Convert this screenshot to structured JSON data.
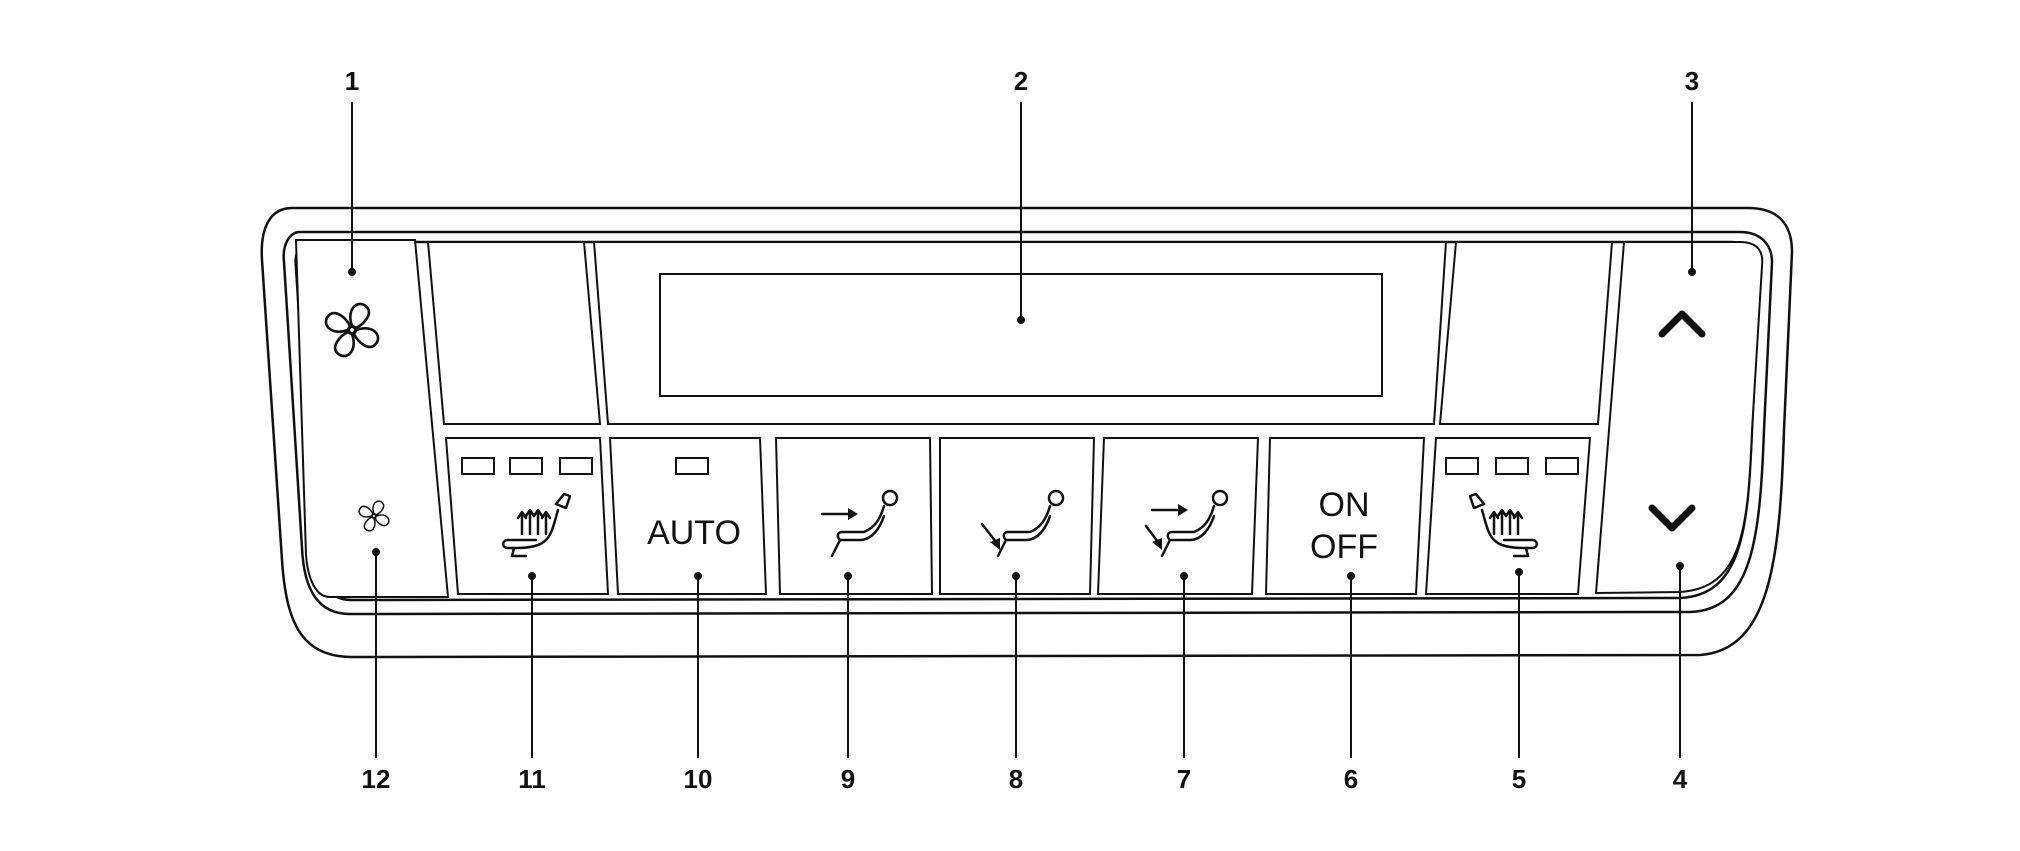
{
  "buttons": {
    "auto": {
      "label": "AUTO"
    },
    "power": {
      "line1": "ON",
      "line2": "OFF"
    }
  },
  "callouts": [
    "1",
    "2",
    "3",
    "4",
    "5",
    "6",
    "7",
    "8",
    "9",
    "10",
    "11",
    "12"
  ],
  "icons": {
    "fan_high": "fan-icon",
    "fan_low": "fan-small-icon",
    "temp_up": "chevron-up-icon",
    "temp_down": "chevron-down-icon",
    "seat_heat_left": "heated-seat-icon",
    "seat_heat_right": "heated-seat-icon",
    "mode_face": "vent-face-icon",
    "mode_floor": "vent-floor-icon",
    "mode_bilevel": "vent-bilevel-icon"
  }
}
